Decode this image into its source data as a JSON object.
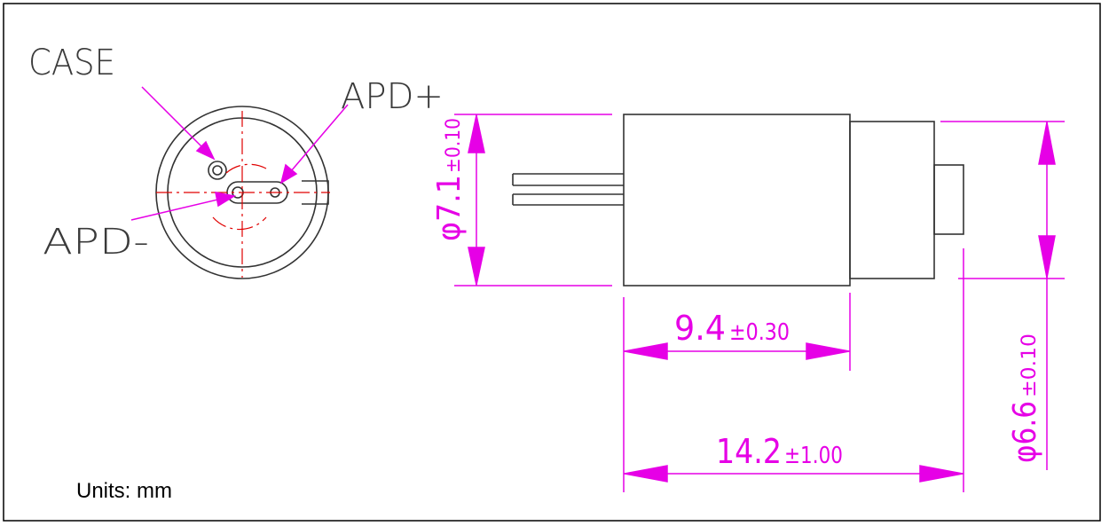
{
  "labels": {
    "case": "CASE",
    "apd_plus": "APD+",
    "apd_minus": "APD-"
  },
  "dimensions": {
    "diameter_body": {
      "main": "φ7.1",
      "tol": "±0.10"
    },
    "length_body": {
      "main": "9.4",
      "tol": "±0.30"
    },
    "length_total": {
      "main": "14.2",
      "tol": "±1.00"
    },
    "diameter_cap": {
      "main": "φ6.6",
      "tol": "±0.10"
    }
  },
  "units": "Units: mm",
  "colors": {
    "dimension": "#e600e6",
    "outline": "#333333",
    "centerline": "#e00000",
    "frame": "#000000"
  }
}
